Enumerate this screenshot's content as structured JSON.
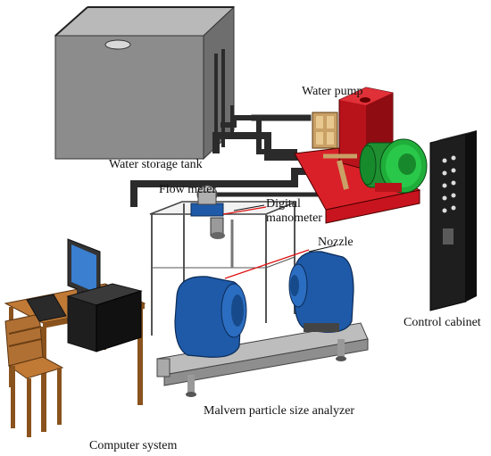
{
  "labels": {
    "water_storage_tank": "Water storage tank",
    "water_pump": "Water pump",
    "flow_meter": "Flow meter",
    "digital_manometer_line1": "Digital",
    "digital_manometer_line2": "manometer",
    "nozzle": "Nozzle",
    "control_cabinet": "Control cabinet",
    "malvern": "Malvern particle size analyzer",
    "computer_system": "Computer system"
  },
  "colors": {
    "tank": "#8a8a8a",
    "pipe": "#2b2b2b",
    "pump_frame": "#c8141e",
    "motor": "#1fae3a",
    "analyzer": "#1e5aa8",
    "cabinet": "#1a1a1a",
    "desk": "#a0652e",
    "monitor_screen": "#3a7fd0",
    "laser": "#e01010"
  }
}
